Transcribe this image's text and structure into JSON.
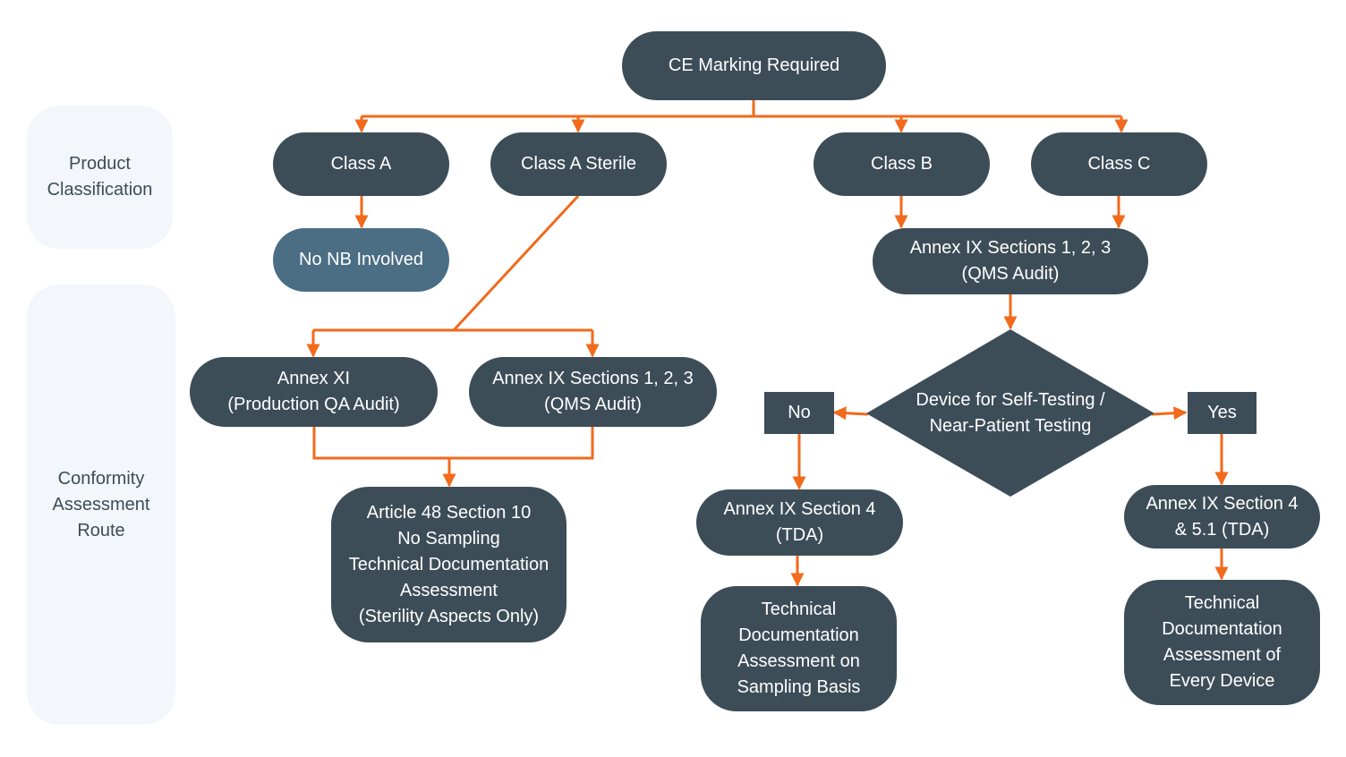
{
  "colors": {
    "node_fill": "#3d4d58",
    "node_fill_light": "#4b6e85",
    "connector": "#f26a1b",
    "band_fill": "#f3f6fb",
    "band_text": "#3d4d58",
    "node_text": "#ffffff"
  },
  "bands": {
    "product_classification": "Product\nClassification",
    "conformity_assessment_route": "Conformity\nAssessment\nRoute"
  },
  "nodes": {
    "ce_marking": "CE Marking Required",
    "class_a": "Class A",
    "class_a_sterile": "Class A Sterile",
    "class_b": "Class B",
    "class_c": "Class C",
    "no_nb": "No NB Involved",
    "annex_ix_123_bc": "Annex IX Sections 1, 2, 3\n(QMS Audit)",
    "annex_xi": "Annex XI\n(Production QA Audit)",
    "annex_ix_123_sterile": "Annex IX Sections 1, 2, 3\n(QMS Audit)",
    "article_48": "Article 48 Section 10\nNo Sampling\nTechnical Documentation\nAssessment\n(Sterility Aspects Only)",
    "self_testing_decision": "Device for Self-Testing /\nNear-Patient Testing",
    "no_label": "No",
    "yes_label": "Yes",
    "annex_ix_4": "Annex IX Section 4\n(TDA)",
    "annex_ix_4_51": "Annex IX Section 4\n& 5.1 (TDA)",
    "tda_sampling": "Technical\nDocumentation\nAssessment on\nSampling Basis",
    "tda_every": "Technical\nDocumentation\nAssessment of\nEvery Device"
  }
}
